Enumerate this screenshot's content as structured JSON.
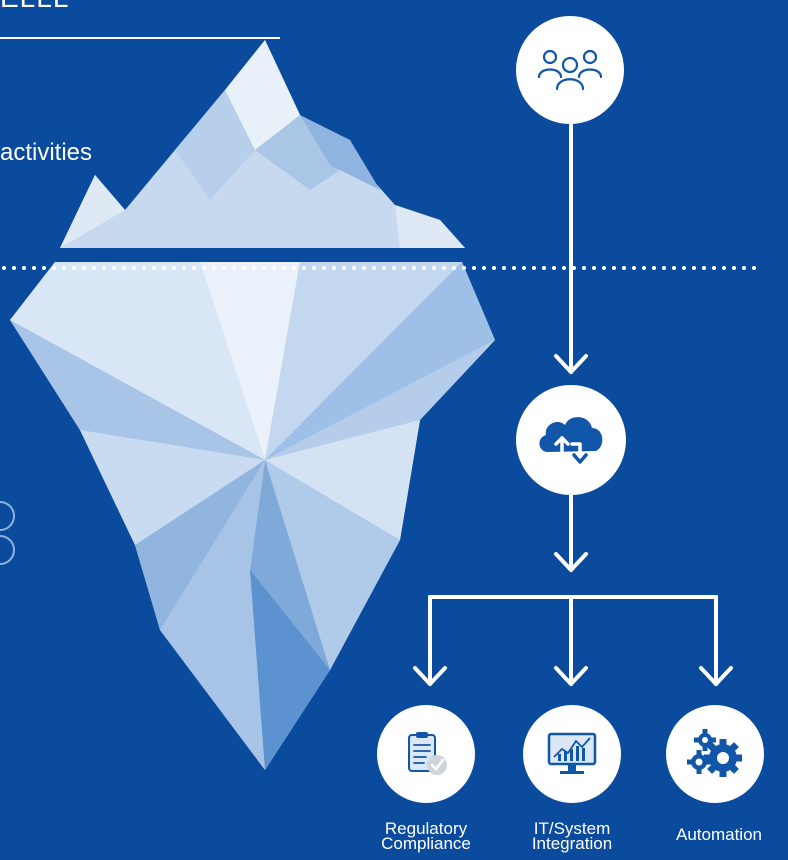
{
  "title_fragment": "ELLL",
  "activities_fragment": "activities",
  "flow": {
    "top_icon": "people-group-icon",
    "middle_icon": "cloud-sync-icon",
    "bottom_items": [
      {
        "line1": "Regulatory",
        "line2": "Compliance",
        "icon": "clipboard-checklist-icon"
      },
      {
        "line1": "IT/System",
        "line2": "Integration",
        "icon": "monitor-chart-icon"
      },
      {
        "line1": "Automation",
        "line2": "",
        "icon": "gears-icon"
      }
    ]
  },
  "colors": {
    "background": "#0b4b9e",
    "line": "#ffffff",
    "icon_circle": "#ffffff",
    "icon_blue": "#1156a8"
  }
}
